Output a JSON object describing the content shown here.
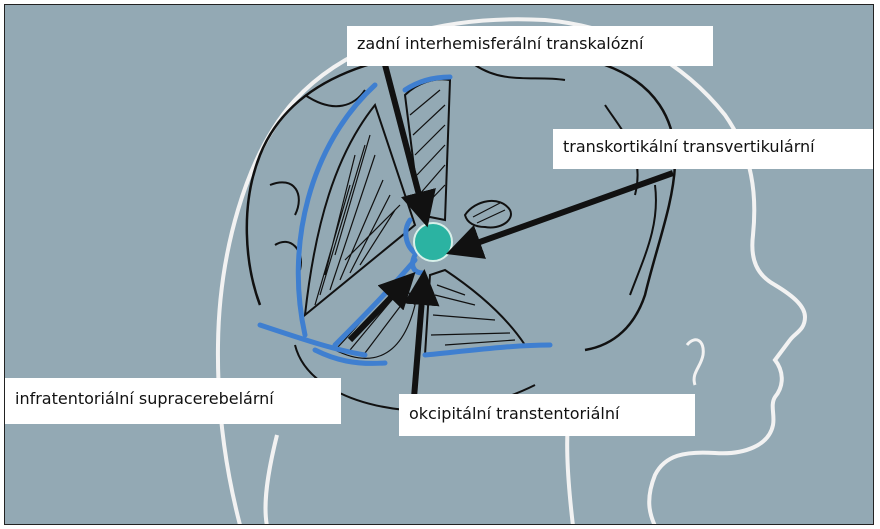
{
  "labels": {
    "top": "zadní interhemisferální transkalózní",
    "right": "transkortikální transvertikulární",
    "left": "infratentoriální supracerebelární",
    "bottom": "okcipitální transtentoriální"
  },
  "colors": {
    "background": "#93a9b4",
    "outline": "#f2f2f2",
    "brain": "#111111",
    "approach_path": "#3f7fd0",
    "target": "#2bb3a2",
    "label_bg": "#ffffff"
  }
}
